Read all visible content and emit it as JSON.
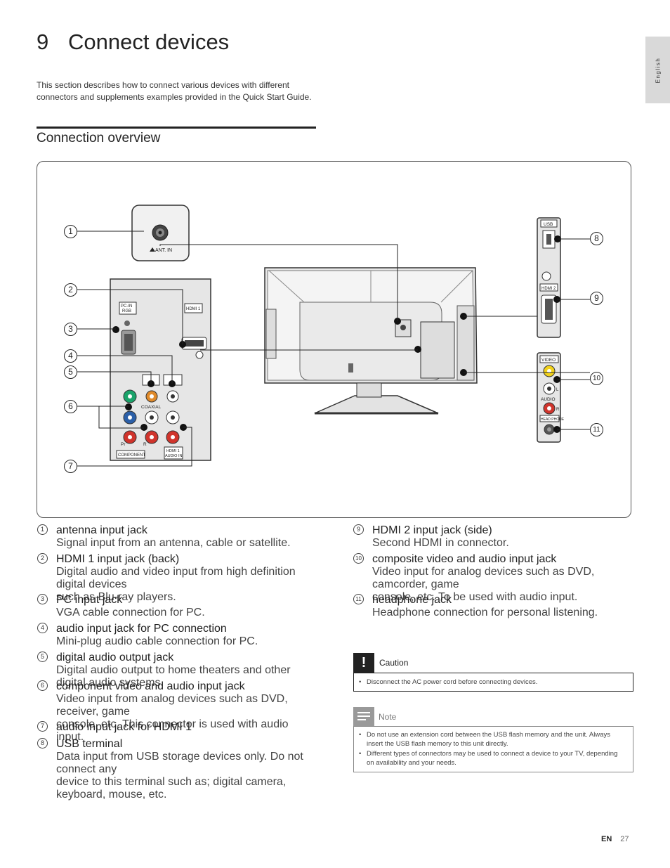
{
  "side_tab": "English",
  "chapter": {
    "number": "9",
    "title": "Connect devices"
  },
  "intro": "This section describes how to connect various devices with different connectors and supplements examples provided in the Quick Start Guide.",
  "section_title": "Connection overview",
  "diagram": {
    "callouts": [
      "1",
      "2",
      "3",
      "4",
      "5",
      "6",
      "7",
      "8",
      "9",
      "10",
      "11"
    ],
    "labels": {
      "ant_in": "ANT. IN",
      "pc_in": "PC-IN",
      "rgb": "RGB",
      "hdmi1": "HDMI 1",
      "coaxial": "COAXIAL",
      "component": "COMPONENT",
      "hdmi1_audio_in_1": "HDMI 1",
      "hdmi1_audio_in_2": "AUDIO IN",
      "pr": "Pr",
      "r": "R",
      "usb": "USB",
      "hdmi2": "HDMI 2",
      "video": "VIDEO",
      "audio": "AUDIO",
      "l": "L",
      "headphone": "HEAD PHONE"
    }
  },
  "items_left": [
    {
      "n": "1",
      "title": "antenna input jack",
      "desc": [
        "Signal input from an antenna, cable or satellite."
      ]
    },
    {
      "n": "2",
      "title": "HDMI 1 input jack (back)",
      "desc": [
        "Digital audio and video input from high definition digital devices",
        "such as Blu-ray players."
      ]
    },
    {
      "n": "3",
      "title": "PC input jack",
      "desc": [
        "VGA cable connection for PC."
      ]
    },
    {
      "n": "4",
      "title": "audio input jack for PC connection",
      "desc": [
        "Mini-plug audio cable connection for PC."
      ]
    },
    {
      "n": "5",
      "title": "digital audio output jack",
      "desc": [
        "Digital audio output to home theaters and other digital audio systems."
      ]
    },
    {
      "n": "6",
      "title": "component video and audio input jack",
      "desc": [
        "Video input from analog devices such as DVD, receiver, game",
        "console, etc. This connector is used with audio input."
      ]
    },
    {
      "n": "7",
      "title": "audio input jack for HDMI 1",
      "desc": []
    },
    {
      "n": "8",
      "title": "USB terminal",
      "desc": [
        "Data input from USB storage devices only. Do not connect any",
        "device to this terminal such as; digital camera, keyboard, mouse, etc."
      ]
    }
  ],
  "items_right": [
    {
      "n": "9",
      "title": "HDMI 2 input jack (side)",
      "desc": [
        "Second HDMI in connector."
      ]
    },
    {
      "n": "10",
      "title": "composite video and audio input jack",
      "desc": [
        "Video input for analog devices such as DVD, camcorder, game",
        "console, etc. To be used with audio input."
      ]
    },
    {
      "n": "11",
      "title": "headphone jack",
      "desc": [
        "Headphone connection for personal listening."
      ]
    }
  ],
  "caution": {
    "title": "Caution",
    "bullets": [
      "Disconnect the AC power cord before connecting devices."
    ]
  },
  "note": {
    "title": "Note",
    "bullets": [
      [
        "Do not use an extension cord between the USB flash memory and the unit. Always",
        "insert the USB flash memory to this unit directly."
      ],
      [
        "Different types of connectors may be used to connect a device to your TV, depending",
        "on availability and your needs."
      ]
    ]
  },
  "footer": {
    "lang": "EN",
    "page": "27"
  },
  "colors": {
    "green": "#1aa36a",
    "blue": "#2b5fa8",
    "red": "#d0342c",
    "orange": "#e08a2a",
    "yellow": "#f2d21b",
    "tab_gray": "#d9d9d9"
  }
}
